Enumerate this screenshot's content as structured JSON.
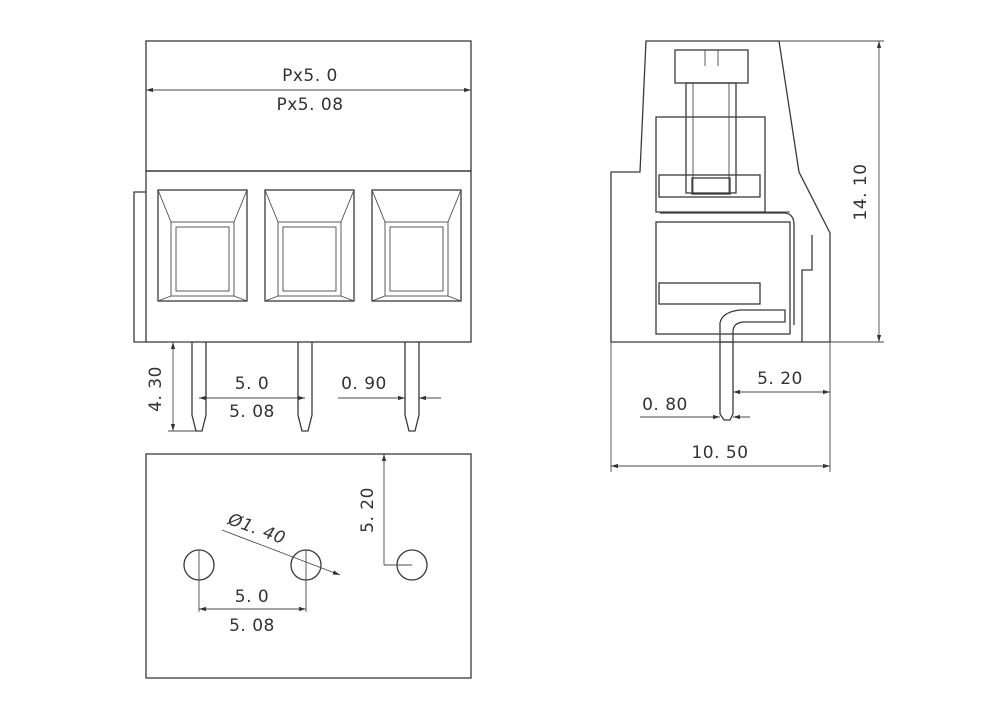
{
  "front_view": {
    "pitch_a": "Px5. 0",
    "pitch_b": "Px5. 08",
    "pin_length": "4. 30",
    "pin_spacing_a": "5. 0",
    "pin_spacing_b": "5. 08",
    "pin_width": "0. 90"
  },
  "bottom_view": {
    "hole_diameter": "Ø1. 40",
    "hole_offset": "5. 20",
    "hole_spacing_a": "5. 0",
    "hole_spacing_b": "5. 08"
  },
  "side_view": {
    "height": "14. 10",
    "pin_offset": "5. 20",
    "pin_thickness": "0. 80",
    "depth": "10. 50"
  }
}
